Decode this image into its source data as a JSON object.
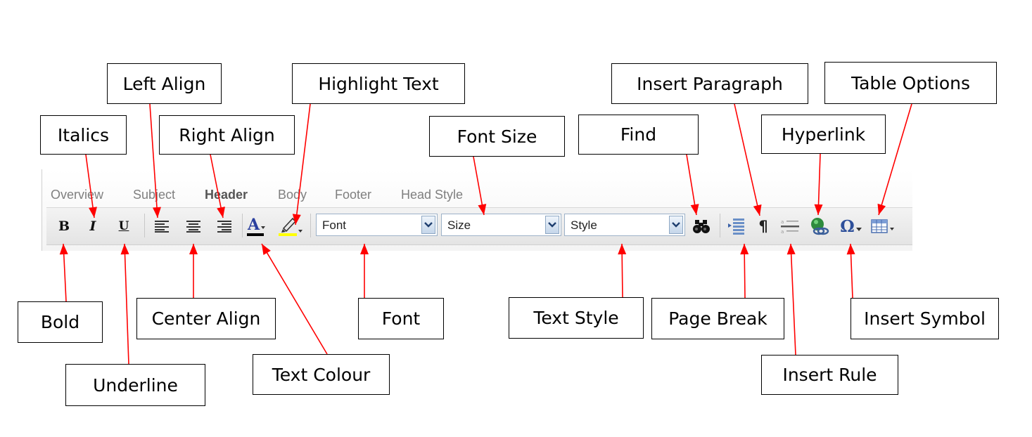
{
  "tabs": [
    "Overview",
    "Subject",
    "Header",
    "Body",
    "Footer",
    "Head Style"
  ],
  "active_tab": "Header",
  "toolbar": {
    "font_placeholder": "Font",
    "size_placeholder": "Size",
    "style_placeholder": "Style",
    "text_colour_swatch": "#000000",
    "highlight_swatch": "#ffff00"
  },
  "labels": {
    "left_align": "Left Align",
    "highlight_text": "Highlight Text",
    "insert_paragraph": "Insert Paragraph",
    "table_options": "Table Options",
    "italics": "Italics",
    "right_align": "Right Align",
    "font_size": "Font Size",
    "find": "Find",
    "hyperlink": "Hyperlink",
    "bold": "Bold",
    "center_align": "Center Align",
    "font": "Font",
    "text_style": "Text Style",
    "page_break": "Page Break",
    "insert_symbol": "Insert Symbol",
    "underline": "Underline",
    "text_colour": "Text Colour",
    "insert_rule": "Insert Rule"
  },
  "arrow_color": "#ff0000"
}
